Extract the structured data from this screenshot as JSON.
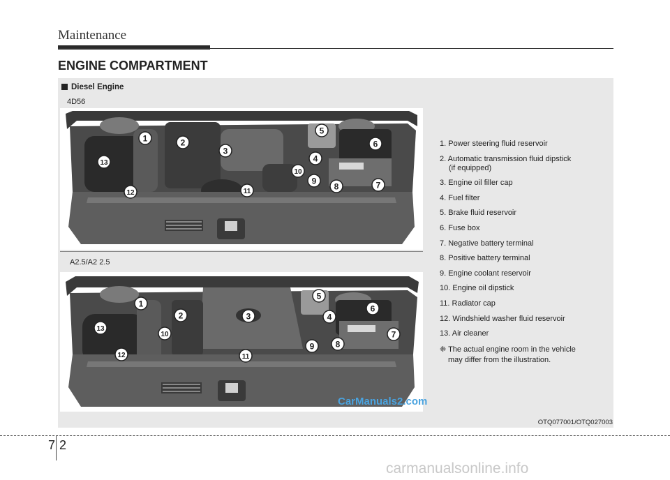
{
  "header": {
    "title": "Maintenance"
  },
  "section": {
    "title": "ENGINE COMPARTMENT"
  },
  "engine": {
    "label": "Diesel Engine"
  },
  "models": {
    "top": "4D56",
    "bottom": "A2.5/A2 2.5"
  },
  "legend": {
    "items": [
      {
        "text": "1. Power steering fluid reservoir"
      },
      {
        "text": "2. Automatic transmission fluid dipstick",
        "cont": "(if equipped)"
      },
      {
        "text": "3. Engine oil filler cap"
      },
      {
        "text": "4. Fuel filter"
      },
      {
        "text": "5. Brake fluid reservoir"
      },
      {
        "text": "6. Fuse box"
      },
      {
        "text": "7. Negative battery terminal"
      },
      {
        "text": "8. Positive battery terminal"
      },
      {
        "text": "9. Engine coolant reservoir"
      },
      {
        "text": "10. Engine oil dipstick"
      },
      {
        "text": "11. Radiator cap"
      },
      {
        "text": "12. Windshield washer fluid reservoir"
      },
      {
        "text": "13. Air cleaner"
      }
    ],
    "note_symbol": "❈",
    "note_line1": "The actual engine room in the vehicle",
    "note_line2": "may differ from the illustration."
  },
  "callouts": [
    "1",
    "2",
    "3",
    "4",
    "5",
    "6",
    "7",
    "8",
    "9",
    "10",
    "11",
    "12",
    "13"
  ],
  "watermark": "CarManuals2.com",
  "code": "OTQ077001/OTQ027003",
  "page": {
    "chapter": "7",
    "number": "2"
  },
  "footer": {
    "watermark": "carmanualsonline.info"
  }
}
